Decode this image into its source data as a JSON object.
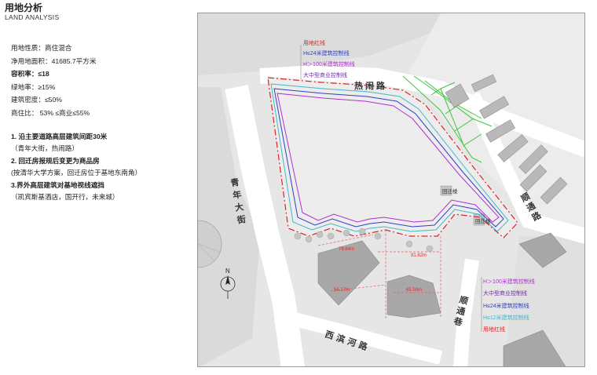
{
  "header": {
    "title_cn": "用地分析",
    "title_en": "LAND ANALYSIS"
  },
  "site_info": [
    {
      "text": "用地性质：商住混合",
      "bold": false
    },
    {
      "text": "净用地面积：41685.7平方米",
      "bold": false
    },
    {
      "text": "容积率：≤18",
      "bold": true
    },
    {
      "text": "绿地率：≥15%",
      "bold": false
    },
    {
      "text": "建筑密度：≤50%",
      "bold": false
    },
    {
      "text": "商住比： 53% ≤商业≤55%",
      "bold": false
    }
  ],
  "notes": [
    {
      "heading": "1. 沿主要道路高层建筑间距30米",
      "detail": "（青年大街，热闹路）"
    },
    {
      "heading": "2. 回迁房报规后变更为商品房",
      "detail": "(按清华大学方案，回迁房位于基地东南角）"
    },
    {
      "heading": "3.界外高层建筑对基地视线遮挡",
      "detail": "（凯宾斯基酒店，国开行，未来城）"
    }
  ],
  "map": {
    "legend_top": [
      {
        "text": "用地红线",
        "color": "#e02020"
      },
      {
        "text": "H≤24米建筑控制线",
        "color": "#3040c0"
      },
      {
        "text": "H＞100米建筑控制线",
        "color": "#b030d0"
      },
      {
        "text": "大中型商业控制线",
        "color": "#7030a0"
      }
    ],
    "legend_bottom": [
      {
        "text": "H＞100米建筑控制线",
        "color": "#b030d0"
      },
      {
        "text": "大中型商业控制线",
        "color": "#7030a0"
      },
      {
        "text": "H≤24米建筑控制线",
        "color": "#3040c0"
      },
      {
        "text": "H≤12米建筑控制线",
        "color": "#40b8c8"
      },
      {
        "text": "用地红线",
        "color": "#e02020"
      }
    ],
    "roads": {
      "renao": "热闹路",
      "qingnian": "青年大街",
      "shuntong": "顺通路",
      "shuntong_alley": "顺通巷",
      "xibinhe": "西滨河路"
    },
    "buildings": {
      "huiqian_1": "回迁楼",
      "huiqian_2": "回迁楼"
    },
    "dimensions": [
      "78.64m",
      "91.82m",
      "54.17m",
      "65.59m"
    ],
    "north": "N"
  }
}
